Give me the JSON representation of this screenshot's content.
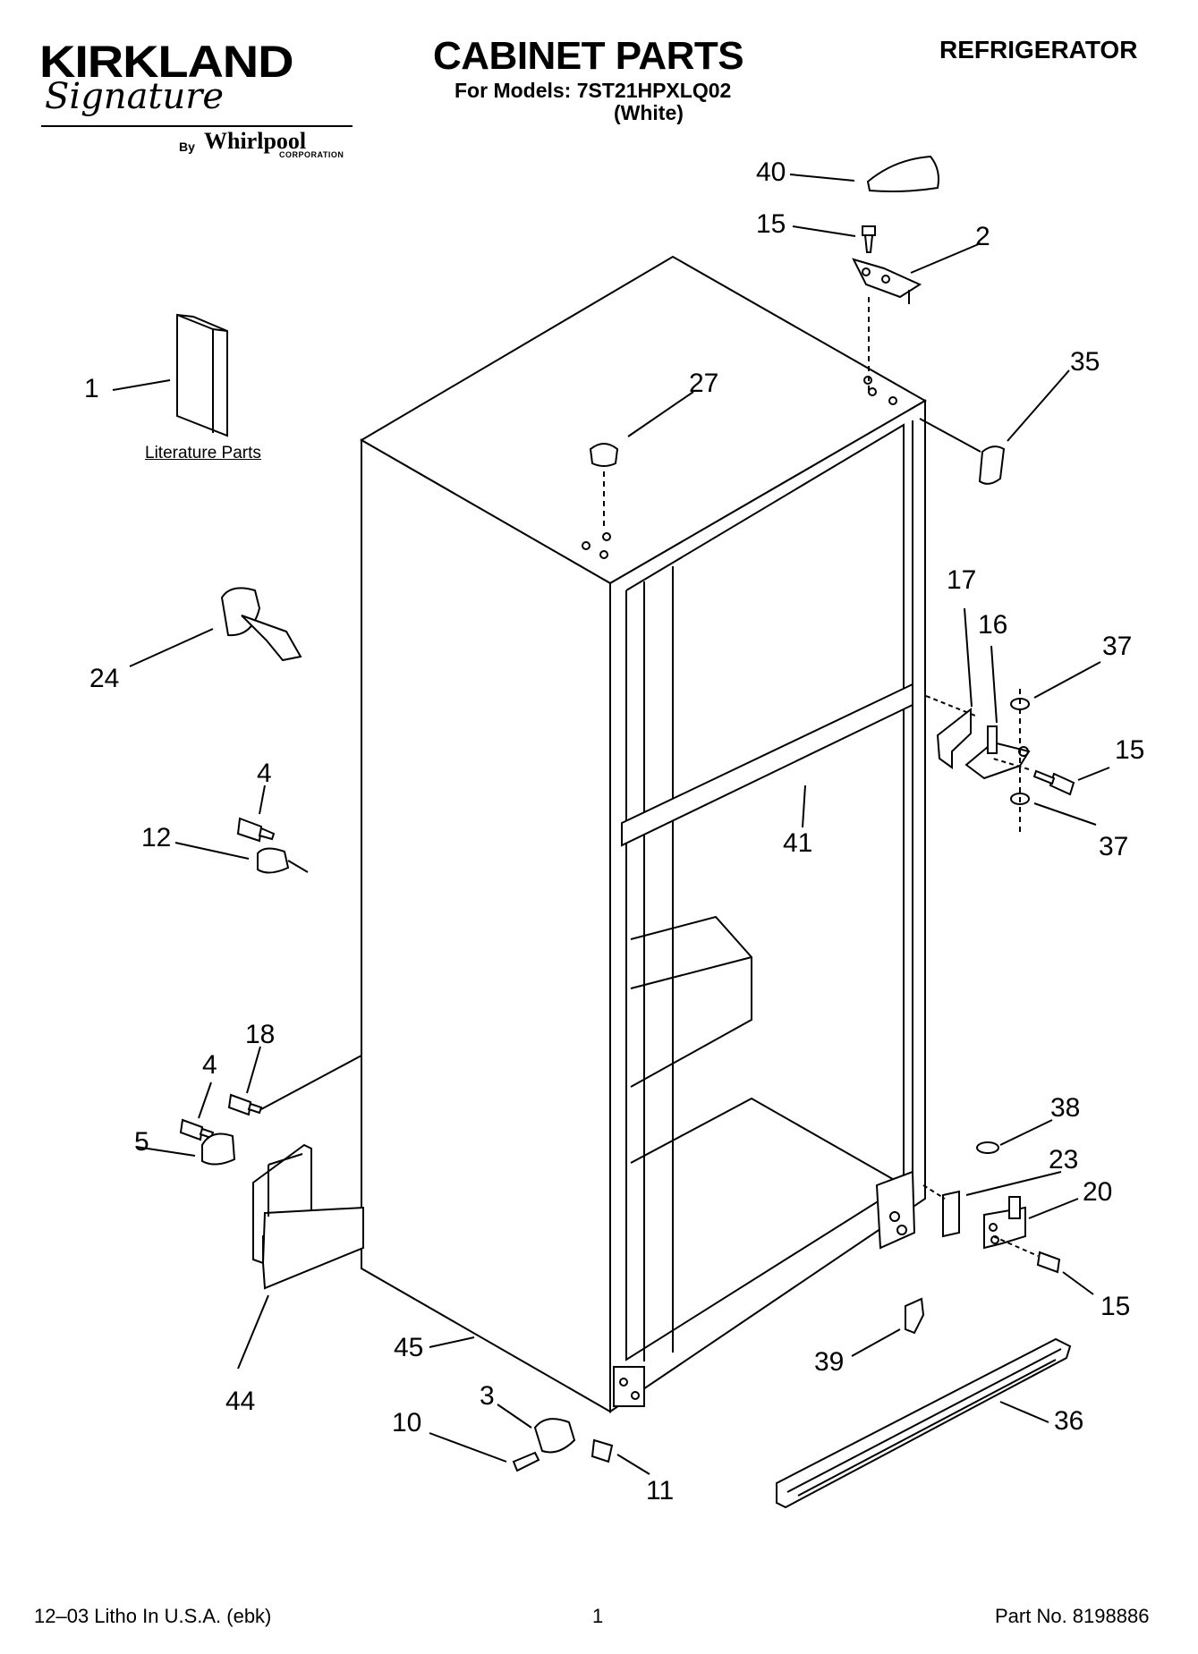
{
  "header": {
    "brand_name": "KIRKLAND",
    "brand_signature": "Signature",
    "by_text": "By",
    "manufacturer": "Whirlpool",
    "manufacturer_suffix": "CORPORATION",
    "title": "CABINET PARTS",
    "models_line": "For Models: 7ST21HPXLQ02",
    "color_line": "(White)",
    "category": "REFRIGERATOR"
  },
  "literature_label": "Literature Parts",
  "part_labels": {
    "p40": "40",
    "p15a": "15",
    "p2": "2",
    "p35": "35",
    "p1": "1",
    "p27": "27",
    "p24": "24",
    "p17": "17",
    "p16": "16",
    "p37a": "37",
    "p15b": "15",
    "p37b": "37",
    "p41": "41",
    "p4a": "4",
    "p12": "12",
    "p18": "18",
    "p4b": "4",
    "p5": "5",
    "p38": "38",
    "p23": "23",
    "p20": "20",
    "p15c": "15",
    "p39": "39",
    "p45": "45",
    "p44": "44",
    "p36": "36",
    "p3": "3",
    "p10": "10",
    "p11": "11"
  },
  "footer": {
    "left": "12–03 Litho In U.S.A. (ebk)",
    "center": "1",
    "right": "Part No. 8198886"
  },
  "colors": {
    "ink": "#000000",
    "background": "#ffffff"
  }
}
